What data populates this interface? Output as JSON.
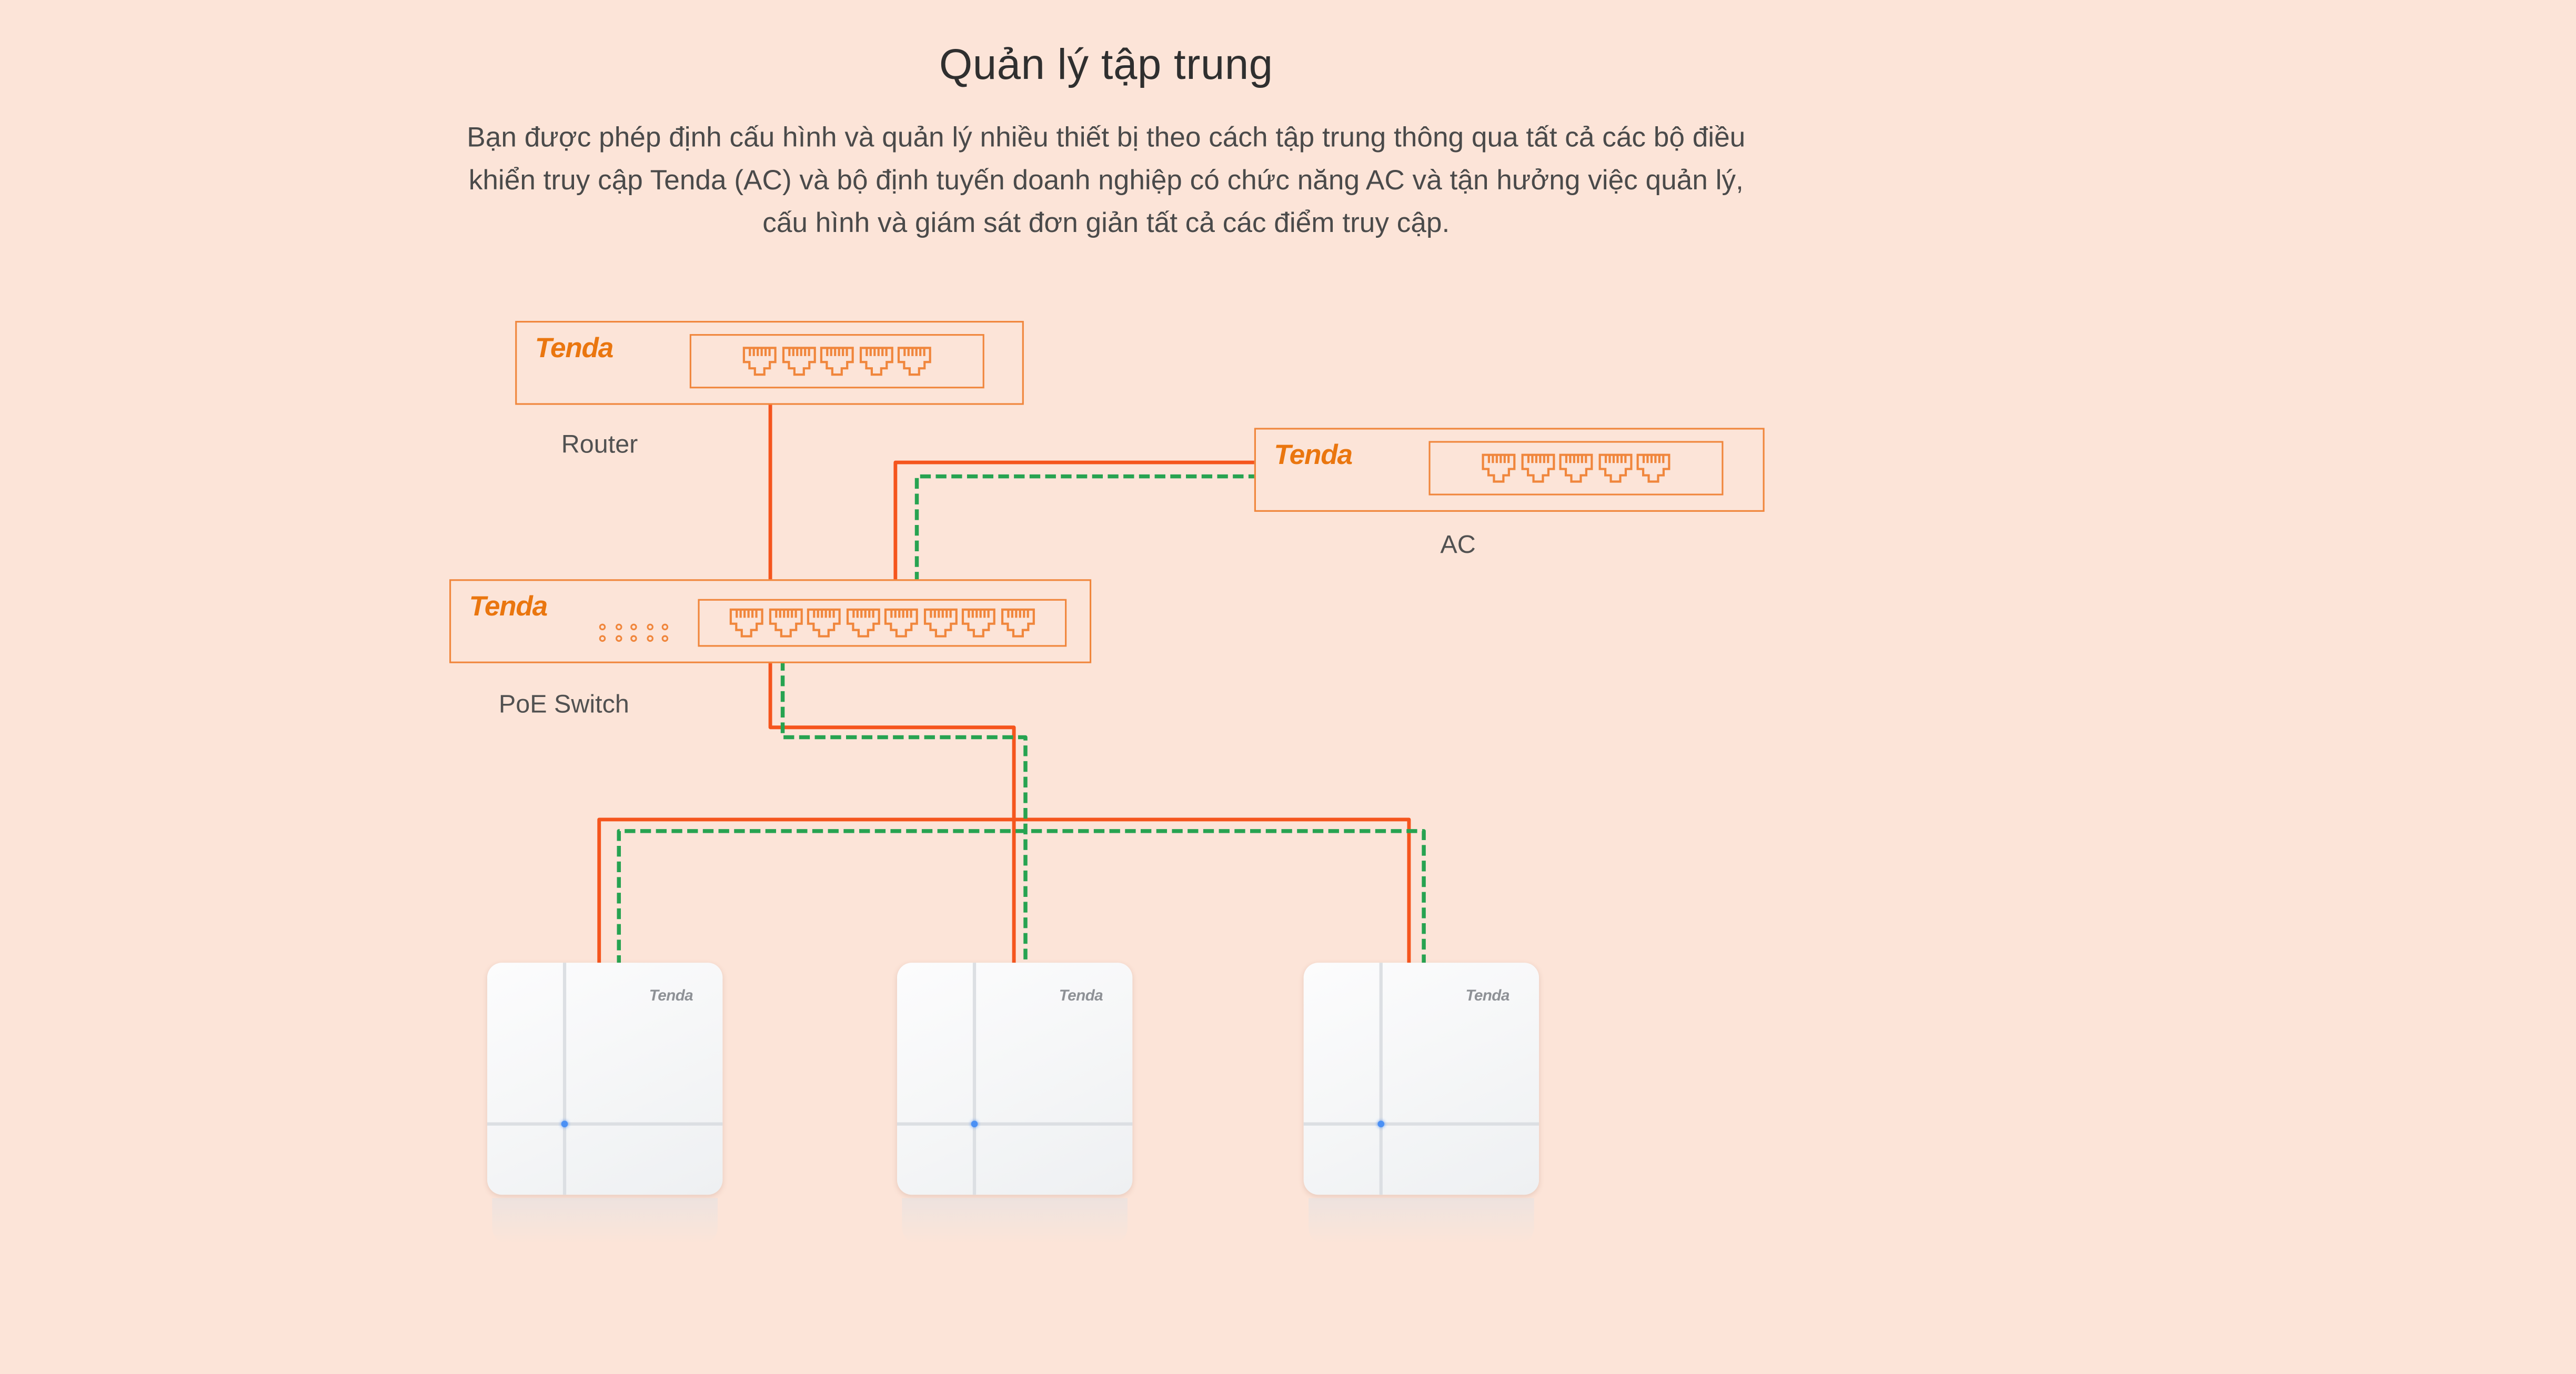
{
  "page": {
    "background": "#fce4d8"
  },
  "header": {
    "title": "Quản lý tập trung",
    "description_lines": [
      "Bạn được phép định cấu hình và quản lý nhiều thiết bị theo cách tập trung thông qua tất cả các bộ điều",
      "khiển truy cập Tenda (AC) và bộ định tuyến doanh nghiệp có chức năng AC và tận hưởng việc quản lý,",
      "cấu hình và giám sát đơn giản tất cả các điểm truy cập."
    ]
  },
  "colors": {
    "brand_orange": "#ea760f",
    "outline_orange": "#f0863c",
    "cable_orange": "#f5551d",
    "cable_green": "#27a351",
    "title_text": "#2f2f2f",
    "body_text": "#4a4a4a",
    "label_text": "#515151",
    "ap_brand_gray": "#8e9196",
    "ap_led_blue": "#4a90f5"
  },
  "devices": {
    "router": {
      "brand": "Tenda",
      "label": "Router",
      "ports": 5
    },
    "ac": {
      "brand": "Tenda",
      "label": "AC",
      "ports": 5
    },
    "poe_switch": {
      "brand": "Tenda",
      "label": "PoE Switch",
      "ports": 8,
      "led_rows": 2,
      "led_cols": 5
    },
    "access_points": [
      {
        "brand": "Tenda"
      },
      {
        "brand": "Tenda"
      },
      {
        "brand": "Tenda"
      }
    ]
  },
  "cables": {
    "solid_meaning": "orange-cable",
    "dashed_meaning": "green-dashed-cable"
  }
}
